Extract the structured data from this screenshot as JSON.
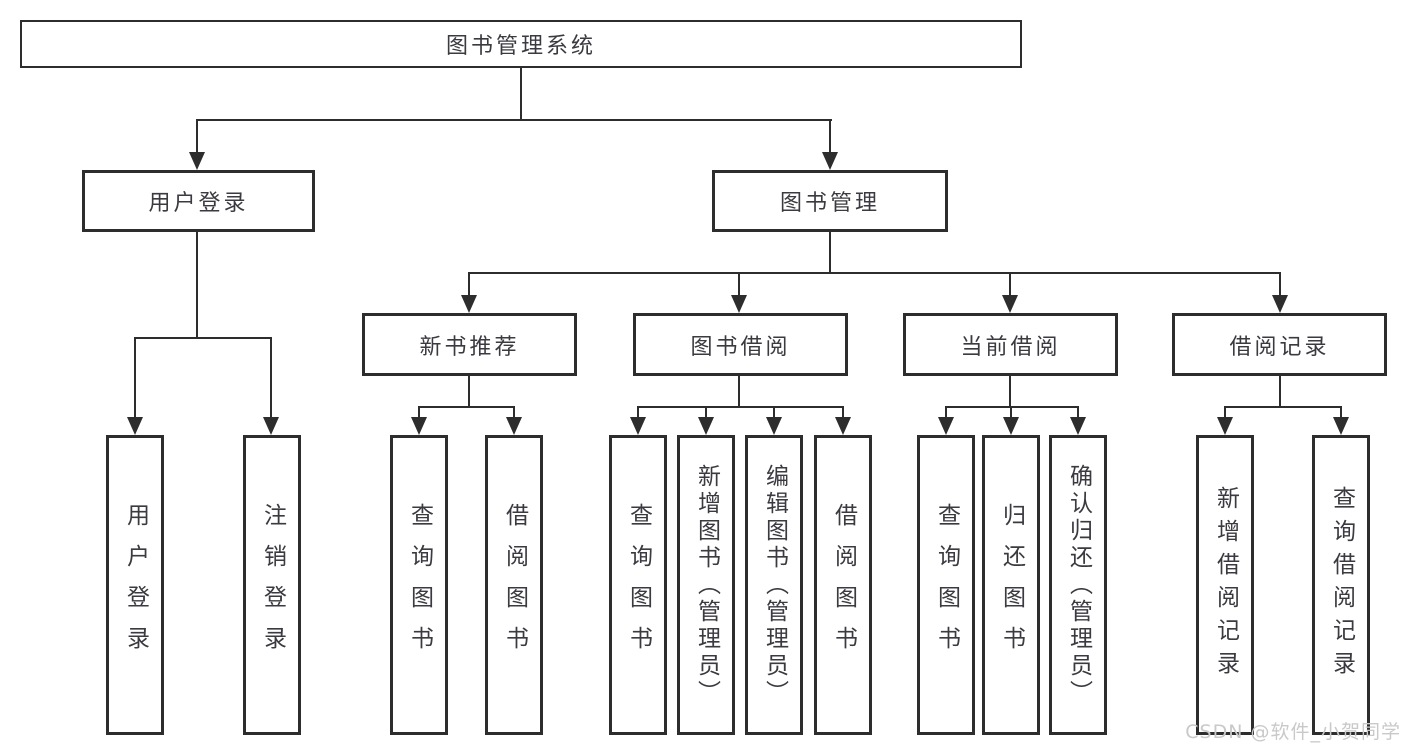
{
  "tree": {
    "label": "图书管理系统",
    "children": [
      {
        "label": "用户登录",
        "children": [
          {
            "label": "用户登录"
          },
          {
            "label": "注销登录"
          }
        ]
      },
      {
        "label": "图书管理",
        "children": [
          {
            "label": "新书推荐",
            "children": [
              {
                "label": "查询图书"
              },
              {
                "label": "借阅图书"
              }
            ]
          },
          {
            "label": "图书借阅",
            "children": [
              {
                "label": "查询图书"
              },
              {
                "label": "新增图书（管理员）"
              },
              {
                "label": "编辑图书（管理员）"
              },
              {
                "label": "借阅图书"
              }
            ]
          },
          {
            "label": "当前借阅",
            "children": [
              {
                "label": "查询图书"
              },
              {
                "label": "归还图书"
              },
              {
                "label": "确认归还（管理员）"
              }
            ]
          },
          {
            "label": "借阅记录",
            "children": [
              {
                "label": "新增借阅记录"
              },
              {
                "label": "查询借阅记录"
              }
            ]
          }
        ]
      }
    ]
  },
  "watermark": {
    "text": "CSDN @软件_小贺同学"
  },
  "colors": {
    "line": "#2d2d2d",
    "box_border": "#2d2d2d",
    "text": "#3a3a40",
    "background": "#ffffff",
    "watermark": "#c9c9c9"
  }
}
